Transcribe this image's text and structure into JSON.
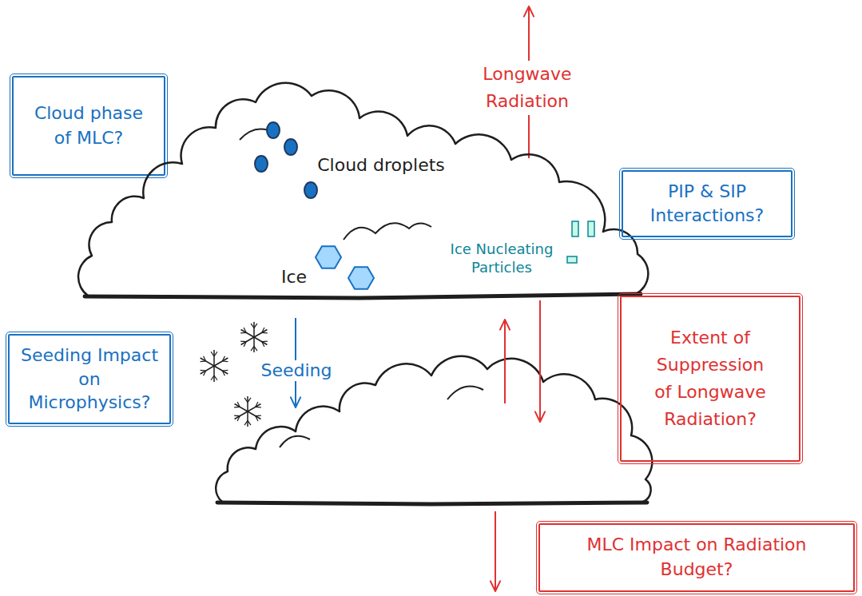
{
  "diagram": {
    "nodes": [
      {
        "text": [
          "Cloud phase of MLC?"
        ]
      },
      {
        "text": [
          "Cloud droplets",
          "Ice Nucleating Particles",
          "Ice"
        ]
      },
      {
        "text": [
          "PIP & SIP Interactions?"
        ]
      },
      {
        "text": [
          "Extent of Suppression of Longwave Radiation?"
        ]
      },
      {
        "text": [
          "Seeding Impact on Microphysics?"
        ]
      },
      {
        "text": [
          "MLC Impact on Radiation Budget?"
        ]
      }
    ],
    "labels": [
      "Longwave Radiation",
      "Seeding"
    ]
  }
}
